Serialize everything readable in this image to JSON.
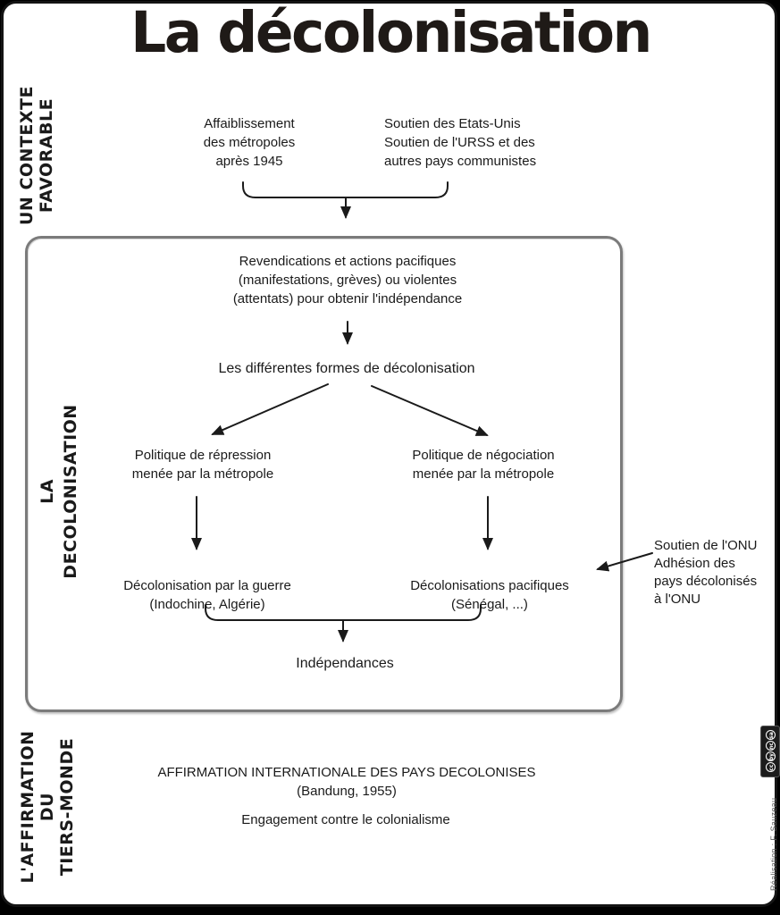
{
  "title": "La décolonisation",
  "side_labels": {
    "context": "UN CONTEXTE\nFAVORABLE",
    "decolonisation": "LA DECOLONISATION",
    "tiers_monde": "L'AFFIRMATION DU\nTIERS-MONDE"
  },
  "context": {
    "weakening": "Affaiblissement\ndes métropoles\naprès 1945",
    "support": "Soutien des Etats-Unis\nSoutien de l'URSS et des\nautres pays communistes"
  },
  "process": {
    "claims": "Revendications et actions pacifiques\n(manifestations, grèves) ou violentes\n(attentats) pour obtenir l'indépendance",
    "forms": "Les différentes formes de décolonisation",
    "repression": "Politique de répression\nmenée par la métropole",
    "negotiation": "Politique de négociation\nmenée par la métropole",
    "war": "Décolonisation par la guerre\n(Indochine, Algérie)",
    "peaceful": "Décolonisations pacifiques\n(Sénégal, ...)",
    "independences": "Indépendances"
  },
  "onu_note": "Soutien de l'ONU\nAdhésion des\npays décolonisés\nà l'ONU",
  "tiers_monde": {
    "affirmation": "AFFIRMATION INTERNATIONALE DES PAYS DECOLONISES\n(Bandung, 1955)",
    "engagement": "Engagement contre le colonialisme"
  },
  "credit": "Réalisation : F. Sauzeau",
  "license": {
    "labels": [
      "cc",
      "by",
      "nc",
      "sa"
    ]
  },
  "colors": {
    "text": "#1a1a1a",
    "inner_box_border": "#7b7b7b",
    "outer_border": "#141414"
  }
}
